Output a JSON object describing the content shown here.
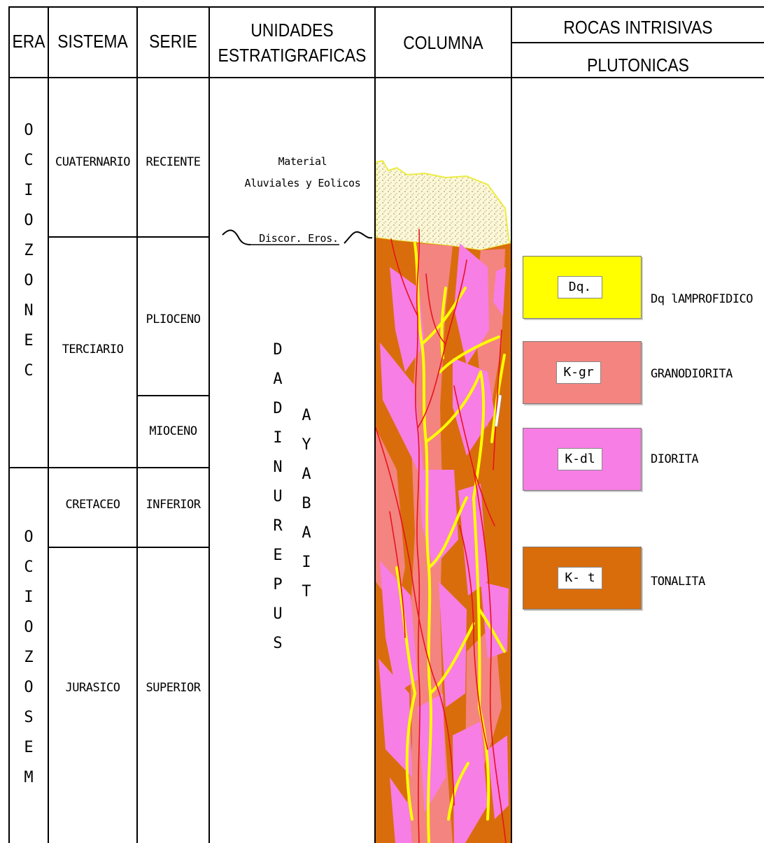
{
  "headers": {
    "era": "ERA",
    "sistema": "SISTEMA",
    "serie": "SERIE",
    "unidades_line1": "UNIDADES",
    "unidades_line2": "ESTRATIGRAFICAS",
    "columna": "COLUMNA",
    "rocas_line1": "ROCAS INTRISIVAS",
    "rocas_line2": "PLUTONICAS"
  },
  "eras": [
    {
      "name": "CENOZOICO",
      "letters": [
        "O",
        "C",
        "I",
        "O",
        "Z",
        "O",
        "N",
        "E",
        "C"
      ]
    },
    {
      "name": "MESOZOICO",
      "letters": [
        "O",
        "C",
        "I",
        "O",
        "Z",
        "O",
        "S",
        "E",
        "M"
      ]
    }
  ],
  "sistemas": [
    "CUATERNARIO",
    "TERCIARIO",
    "CRETACEO",
    "JURASICO"
  ],
  "series": [
    "RECIENTE",
    "PLIOCENO",
    "MIOCENO",
    "INFERIOR",
    "SUPERIOR"
  ],
  "unidades": {
    "material_line1": "Material",
    "material_line2": "Aluviales y Eolicos",
    "discordancia": "Discor. Eros.",
    "superunidad_letters": [
      "D",
      "A",
      "D",
      "I",
      "N",
      "U",
      "R",
      "E",
      "P",
      "U",
      "S"
    ],
    "tiabaya_letters": [
      "A",
      "Y",
      "A",
      "B",
      "A",
      "I",
      "T"
    ]
  },
  "legend": [
    {
      "code": "Dq.",
      "name": "Dq lAMPROFIDICO",
      "color": "#ffff00"
    },
    {
      "code": "K-gr",
      "name": "GRANODIORITA",
      "color": "#f48480"
    },
    {
      "code": "K-dl",
      "name": "DIORITA",
      "color": "#f77ee4"
    },
    {
      "code": "K- t",
      "name": "TONALITA",
      "color": "#d96d0c"
    }
  ],
  "colors": {
    "tonalita": "#d96d0c",
    "diorita": "#f77ee4",
    "granodiorita": "#f48480",
    "lamprofido": "#ffff00",
    "veins_red": "#e8131b",
    "alluvium_fill": "#fcf7d6",
    "alluvium_border": "#ecec44"
  }
}
